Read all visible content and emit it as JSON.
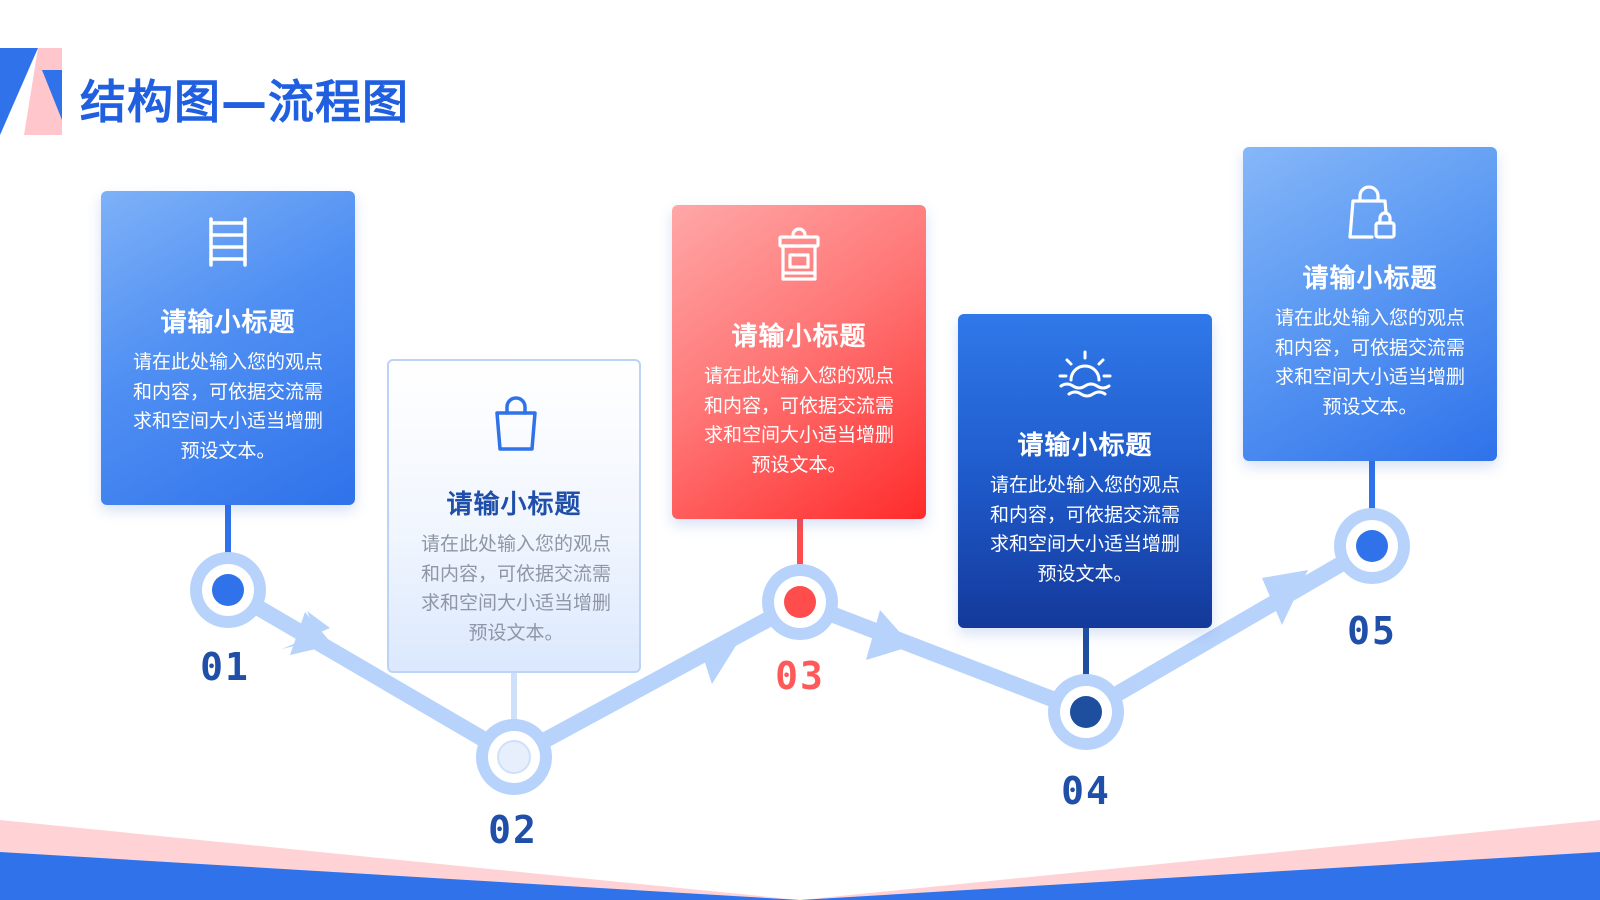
{
  "slide": {
    "title": "结构图—流程图",
    "colors": {
      "primary_blue": "#2f72ea",
      "dark_blue": "#1f4fa8",
      "light_blue": "#b7d3fb",
      "red": "#ff4d4d",
      "pink": "#ffc7cc"
    }
  },
  "steps": [
    {
      "number": "01",
      "icon": "ladder-icon",
      "title": "请输小标题",
      "body": "请在此处输入您的观点和内容，可依据交流需求和空间大小适当增删预设文本。"
    },
    {
      "number": "02",
      "icon": "shopping-bag-icon",
      "title": "请输小标题",
      "body": "请在此处输入您的观点和内容，可依据交流需求和空间大小适当增删预设文本。"
    },
    {
      "number": "03",
      "icon": "trash-bin-icon",
      "title": "请输小标题",
      "body": "请在此处输入您的观点和内容，可依据交流需求和空间大小适当增删预设文本。"
    },
    {
      "number": "04",
      "icon": "sunrise-icon",
      "title": "请输小标题",
      "body": "请在此处输入您的观点和内容，可依据交流需求和空间大小适当增删预设文本。"
    },
    {
      "number": "05",
      "icon": "locked-bag-icon",
      "title": "请输小标题",
      "body": "请在此处输入您的观点和内容，可依据交流需求和空间大小适当增删预设文本。"
    }
  ]
}
